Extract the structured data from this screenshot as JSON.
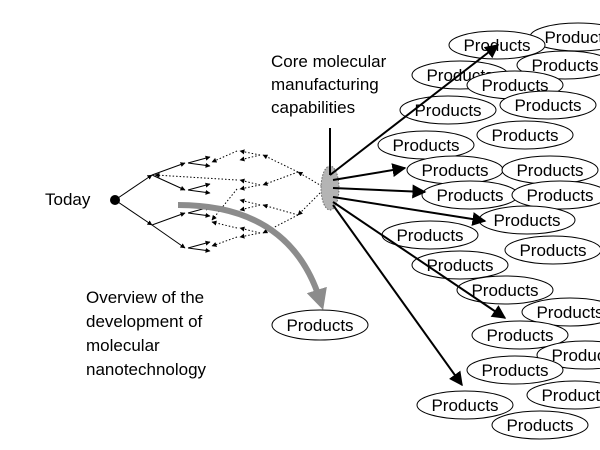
{
  "labels": {
    "today": "Today",
    "core": [
      "Core molecular",
      "manufacturing",
      "capabilities"
    ],
    "overview": [
      "Overview of the",
      "development of",
      "molecular",
      "nanotechnology"
    ]
  },
  "colors": {
    "core_fill": "#b4b4b4",
    "gray_arrow": "#8c8c8c",
    "line": "#000000"
  },
  "product_label": "Products",
  "products": [
    {
      "label": "Products"
    },
    {
      "label": "Products"
    },
    {
      "label": "Products"
    },
    {
      "label": "Products"
    },
    {
      "label": "Products"
    },
    {
      "label": "Products"
    },
    {
      "label": "Products"
    },
    {
      "label": "Products"
    },
    {
      "label": "Products"
    },
    {
      "label": "Products"
    },
    {
      "label": "Products"
    },
    {
      "label": "Products"
    },
    {
      "label": "Products"
    },
    {
      "label": "Products"
    },
    {
      "label": "Products"
    },
    {
      "label": "Products"
    },
    {
      "label": "Products"
    },
    {
      "label": "Products"
    },
    {
      "label": "Products"
    },
    {
      "label": "Products"
    },
    {
      "label": "Products"
    },
    {
      "label": "Products"
    },
    {
      "label": "Products"
    },
    {
      "label": "Products"
    },
    {
      "label": "Products"
    },
    {
      "label": "Products"
    }
  ],
  "lone_product": {
    "label": "Products"
  }
}
